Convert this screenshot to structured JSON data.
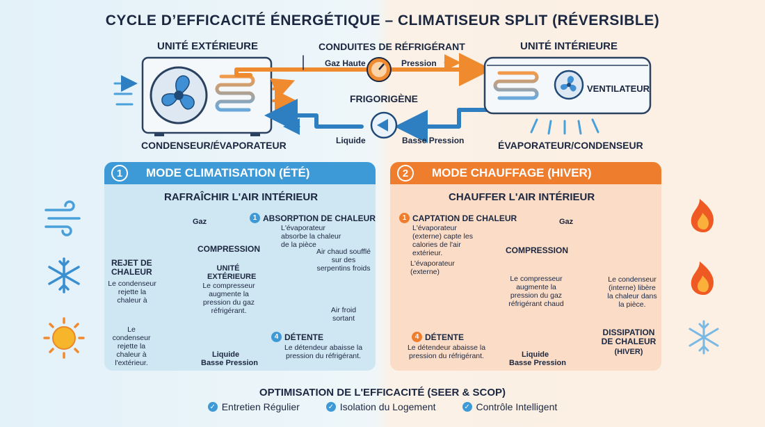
{
  "title": "CYCLE D’EFFICACITÉ ÉNERGÉTIQUE – CLIMATISEUR SPLIT (RÉVERSIBLE)",
  "top": {
    "outdoor_unit": "UNITÉ EXTÉRIEURE",
    "lines_label": "CONDUITES DE RÉFRIGÉRANT",
    "indoor_unit": "UNITÉ INTÉRIEURE",
    "gas_high": "Gaz Haute",
    "pressure": "Pression",
    "refrigerant": "FRIGORIGÈNE",
    "liquid": "Liquide",
    "low_pressure": "Basse Pression",
    "fan": "VENTILATEUR",
    "outdoor_caption": "CONDENSEUR/ÉVAPORATEUR",
    "indoor_caption": "ÉVAPORATEUR/CONDENSEUR"
  },
  "cool": {
    "number": "1",
    "title": "MODE CLIMATISATION (ÉTÉ)",
    "subtitle": "RAFRAÎCHIR L'AIR INTÉRIEUR",
    "gas": "Gaz",
    "compression": "COMPRESSION",
    "step1_num": "1",
    "step1_title": "ABSORPTION DE CHALEUR",
    "step1_desc": "L'évaporateur absorbe la chaleur de la pièce",
    "reject_title": "REJET DE CHALEUR",
    "reject_desc": "Le condenseur rejette la chaleur à",
    "outdoor_title": "UNITÉ EXTÉRIEURE",
    "outdoor_desc": "Le compresseur augmente la pression du gaz réfrigérant.",
    "hot_air": "Air chaud soufflé sur des serpentins froids",
    "cold_air": "Air froid sortant",
    "condenser_note": "Le condenseur rejette la chaleur à l'extérieur.",
    "step4_num": "4",
    "step4_title": "DÉTENTE",
    "step4_desc": "Le détendeur abaisse la pression du réfrigérant.",
    "liquid": "Liquide",
    "low_pressure": "Basse Pression"
  },
  "heat": {
    "number": "2",
    "title": "MODE CHAUFFAGE (HIVER)",
    "subtitle": "CHAUFFER L'AIR INTÉRIEUR",
    "step1_num": "1",
    "step1_title": "CAPTATION DE CHALEUR",
    "step1_desc": "L'évaporateur (externe) capte les calories de l'air extérieur.",
    "gas": "Gaz",
    "compression": "COMPRESSION",
    "evap_label": "L'évaporateur (externe)",
    "compressor_desc": "Le compresseur augmente la pression du gaz réfrigérant chaud",
    "condenser_desc": "Le condenseur (interne) libère la chaleur dans la pièce.",
    "dissipation": "DISSIPATION DE CHALEUR",
    "dissipation_sub": "(HIVER)",
    "step4_num": "4",
    "step4_title": "DÉTENTE",
    "step4_desc": "Le détendeur abaisse la pression du réfrigérant.",
    "liquid": "Liquide",
    "low_pressure": "Basse Pression"
  },
  "footer": {
    "title": "OPTIMISATION DE L'EFFICACITÉ (SEER & SCOP)",
    "items": [
      "Entretien Régulier",
      "Isolation du Logement",
      "Contrôle Intelligent"
    ]
  },
  "colors": {
    "cool": "#3e9ad6",
    "heat": "#ef7d2e",
    "hot_pipe": "#f08a2e",
    "cold_pipe": "#3a8fd0"
  }
}
